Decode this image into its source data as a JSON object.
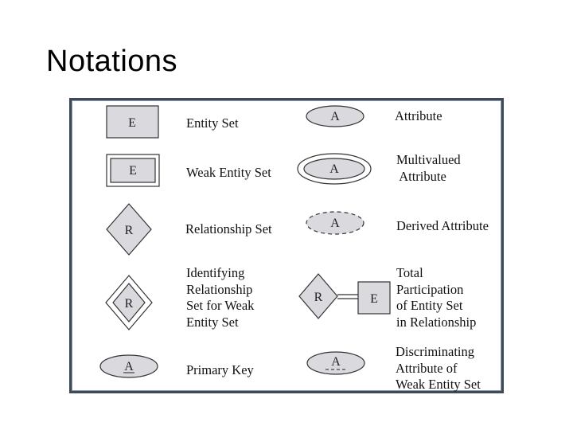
{
  "slide": {
    "title": "Notations"
  },
  "symbols": {
    "entity": "E",
    "attribute": "A",
    "relationship": "R"
  },
  "colors": {
    "shape_fill": "#d9d9de",
    "stroke": "#333333",
    "frame": "#3d4a5a"
  },
  "labels": {
    "entity_set": "Entity Set",
    "weak_entity_set": "Weak Entity Set",
    "relationship_set": "Relationship Set",
    "identifying_relationship": "Identifying\nRelationship\nSet for Weak\nEntity Set",
    "primary_key": "Primary Key",
    "attribute": "Attribute",
    "multivalued_attribute": "Multivalued\n Attribute",
    "derived_attribute": "Derived Attribute",
    "total_participation": "Total\nParticipation\nof Entity Set\nin Relationship",
    "discriminating_attribute": "Discriminating\nAttribute of\nWeak Entity Set"
  }
}
